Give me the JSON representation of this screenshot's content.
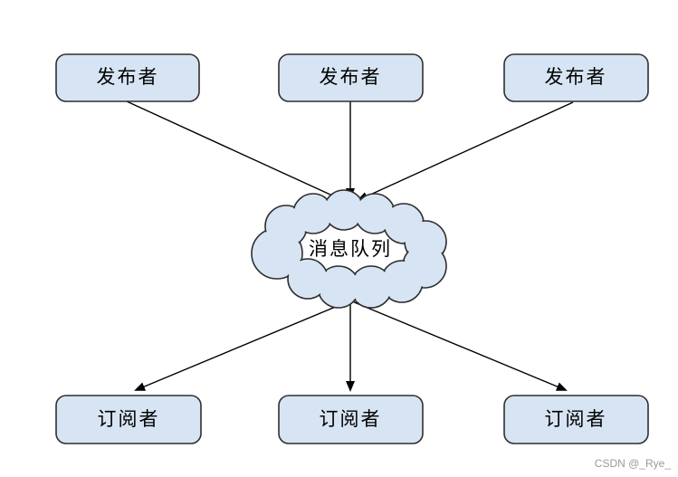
{
  "diagram": {
    "publishers": [
      {
        "label": "发布者"
      },
      {
        "label": "发布者"
      },
      {
        "label": "发布者"
      }
    ],
    "queue": {
      "label": "消息队列"
    },
    "subscribers": [
      {
        "label": "订阅者"
      },
      {
        "label": "订阅者"
      },
      {
        "label": "订阅者"
      }
    ],
    "colors": {
      "node_fill": "#d7e4f3",
      "node_stroke": "#2f2f2f",
      "arrow": "#000000",
      "text": "#000000"
    }
  },
  "watermark": {
    "text": "CSDN @_Rye_"
  }
}
